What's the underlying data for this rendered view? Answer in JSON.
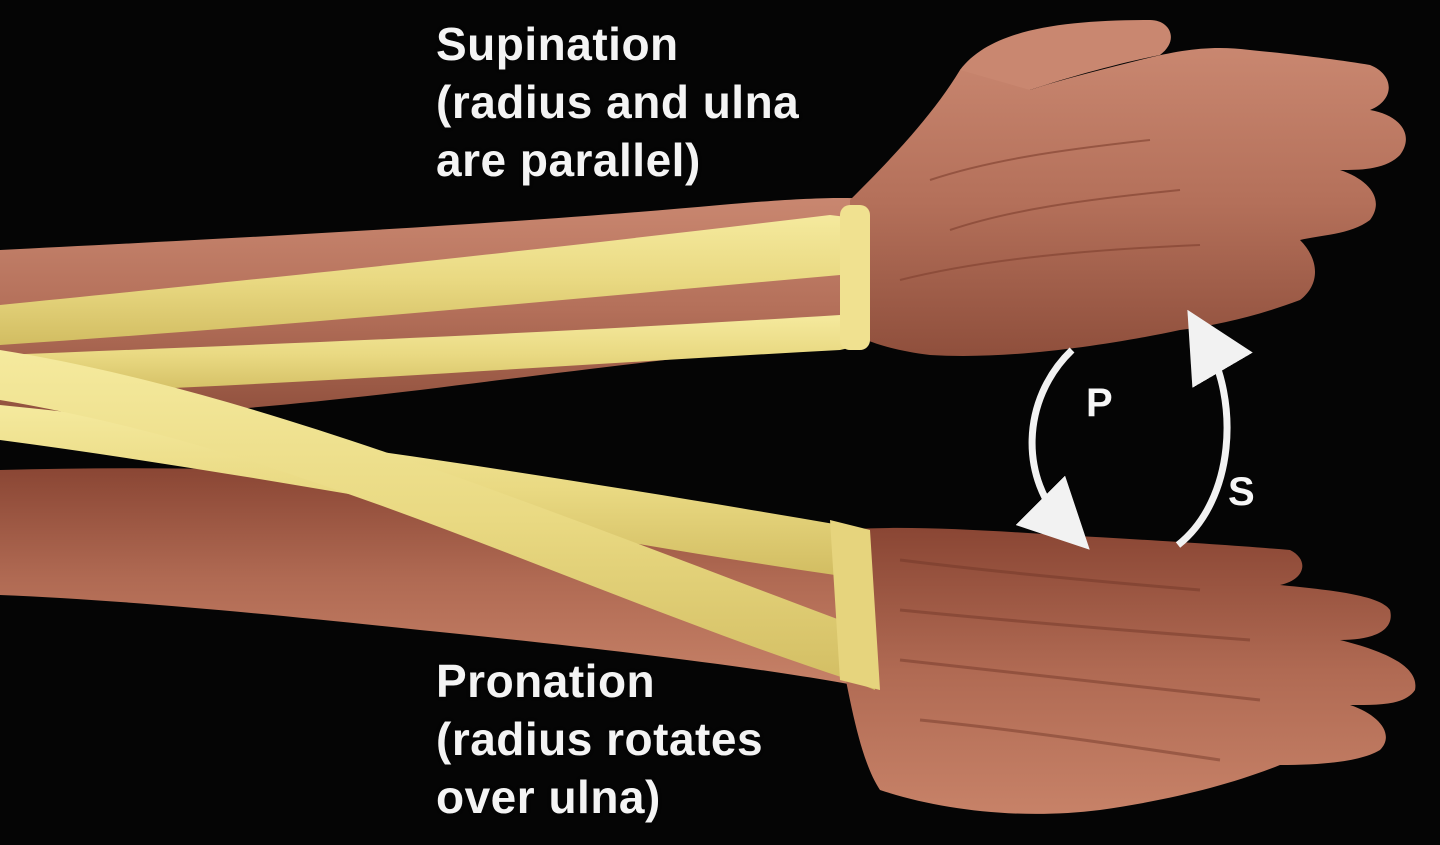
{
  "supination": {
    "title": "Supination",
    "line2": "(radius and ulna",
    "line3": "are parallel)"
  },
  "pronation": {
    "title": "Pronation",
    "line2": "(radius rotates",
    "line3": "over ulna)"
  },
  "arrows": {
    "pronation_letter": "P",
    "supination_letter": "S"
  },
  "colors": {
    "background": "#050505",
    "skin": "#b8705a",
    "bone": "#ecdd8c",
    "arrow": "#f2f2f2"
  }
}
